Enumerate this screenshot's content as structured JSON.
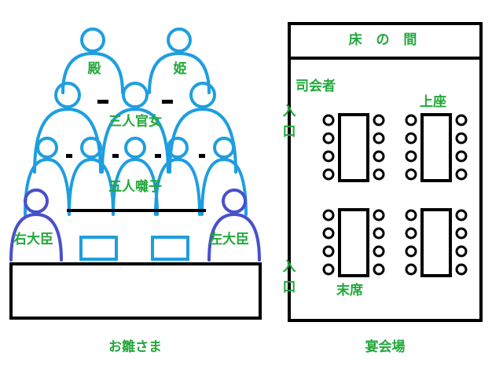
{
  "colors": {
    "light_blue": "#1e9ee0",
    "indigo": "#4a4fcc",
    "green_text": "#22a83a",
    "black": "#000000"
  },
  "hina": {
    "tier1": [
      "殿",
      "姫"
    ],
    "tier2": "三人官女",
    "tier3": "五人囃子",
    "left_minister": "右大臣",
    "right_minister": "左大臣",
    "caption": "お雛さま"
  },
  "venue": {
    "header": "床 の 間",
    "host": "司会者",
    "top_seat": "上座",
    "bottom_seat": "末席",
    "entrance_top": [
      "入",
      "口"
    ],
    "entrance_bottom": [
      "入",
      "口"
    ],
    "caption": "宴会場",
    "tables": 4,
    "chairs_per_side": 4
  }
}
